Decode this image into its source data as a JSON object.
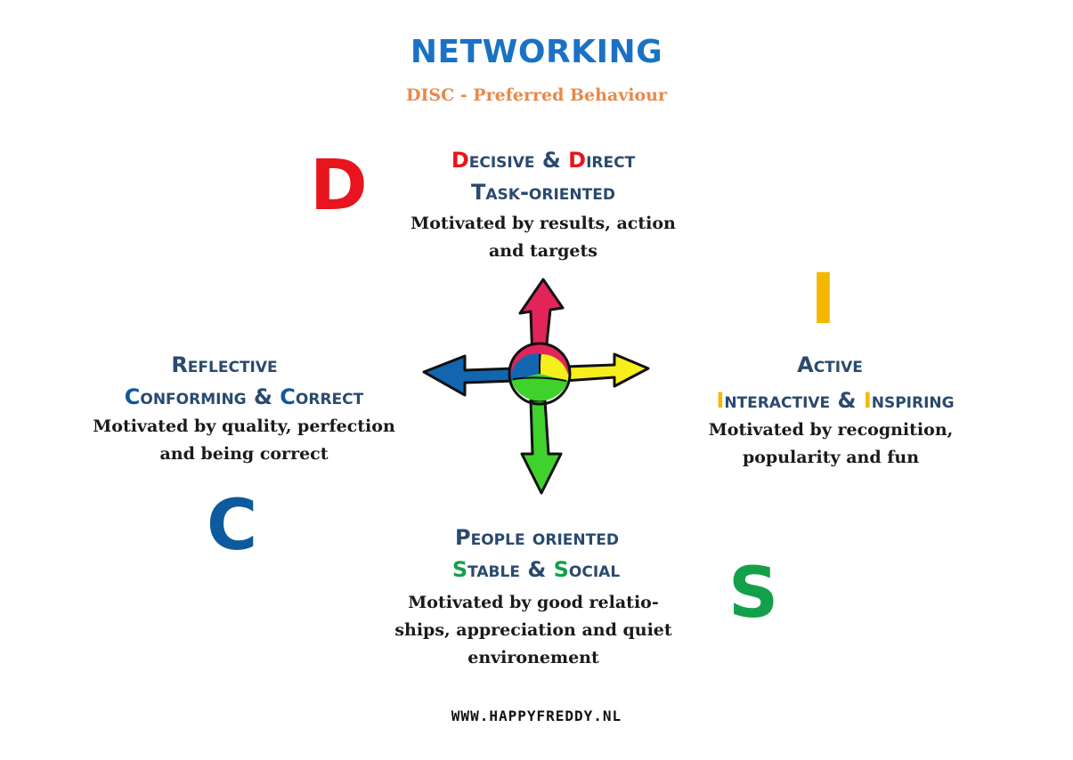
{
  "title": "NETWORKING",
  "subtitle": "DISC - Preferred Behaviour",
  "colors": {
    "d": "#e8141e",
    "i": "#f5b800",
    "s": "#14a04a",
    "c": "#0e5a9e",
    "heading": "#2a4a6e",
    "title": "#1a72c4",
    "subtitle": "#e8894a"
  },
  "quadrants": {
    "d": {
      "letter": "D",
      "heading1_a": "D",
      "heading1_b": "ecisive & ",
      "heading1_c": "D",
      "heading1_d": "irect",
      "heading2": "Task-oriented",
      "desc1": "Motivated by results, action",
      "desc2": "and targets"
    },
    "i": {
      "letter": "I",
      "heading1": "Active",
      "heading2_a": "I",
      "heading2_b": "nteractive & ",
      "heading2_c": "I",
      "heading2_d": "nspiring",
      "desc1": "Motivated by recognition,",
      "desc2": "popularity and fun"
    },
    "s": {
      "letter": "S",
      "heading1": "People oriented",
      "heading2_a": "S",
      "heading2_b": "table & ",
      "heading2_c": "S",
      "heading2_d": "ocial",
      "desc1": "Motivated by good relatio-",
      "desc2": "ships, appreciation and quiet",
      "desc3": "environement"
    },
    "c": {
      "letter": "C",
      "heading1": "Reflective",
      "heading2_a": "C",
      "heading2_b": "onforming & ",
      "heading2_c": "C",
      "heading2_d": "orrect",
      "desc1": "Motivated by quality, perfection",
      "desc2": "and being correct"
    }
  },
  "footer": "WWW.HAPPYFREDDY.NL"
}
